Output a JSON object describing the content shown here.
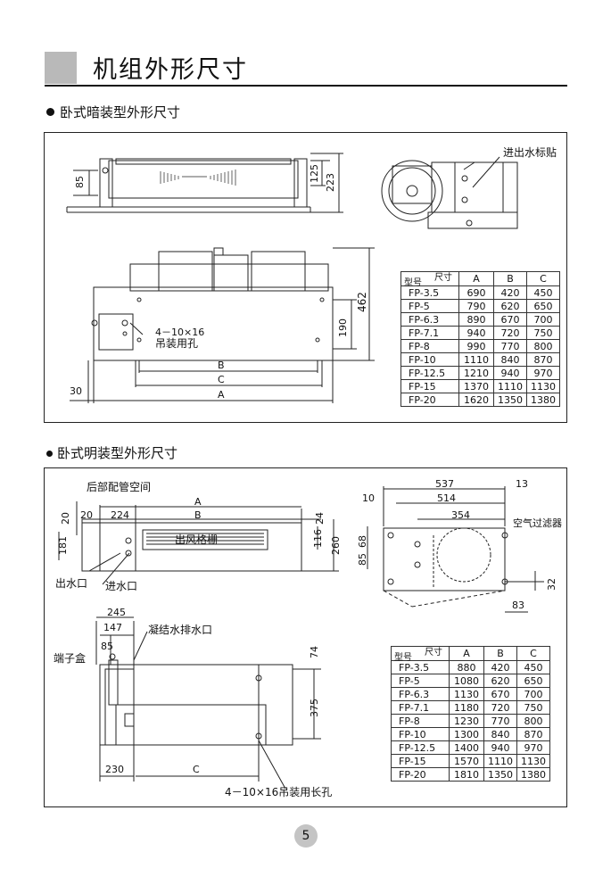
{
  "page_title": "机组外形尺寸",
  "section1": {
    "heading": "卧式暗装型外形尺寸",
    "labels": {
      "dim_85": "85",
      "dim_125": "125",
      "dim_223": "223",
      "water_label": "进出水标贴",
      "dim_462": "462",
      "dim_190": "190",
      "hole_spec": "4－10×16",
      "hole_desc": "吊装用孔",
      "dim_B": "B",
      "dim_C": "C",
      "dim_A": "A",
      "dim_30": "30"
    },
    "table": {
      "header_model": "型号",
      "header_size": "尺寸",
      "cols": [
        "A",
        "B",
        "C"
      ],
      "rows": [
        [
          "FP-3.5",
          "690",
          "420",
          "450"
        ],
        [
          "FP-5",
          "790",
          "620",
          "650"
        ],
        [
          "FP-6.3",
          "890",
          "670",
          "700"
        ],
        [
          "FP-7.1",
          "940",
          "720",
          "750"
        ],
        [
          "FP-8",
          "990",
          "770",
          "800"
        ],
        [
          "FP-10",
          "1110",
          "840",
          "870"
        ],
        [
          "FP-12.5",
          "1210",
          "940",
          "970"
        ],
        [
          "FP-15",
          "1370",
          "1110",
          "1130"
        ],
        [
          "FP-20",
          "1620",
          "1350",
          "1380"
        ]
      ]
    }
  },
  "section2": {
    "heading": "卧式明装型外形尺寸",
    "labels": {
      "rear_pipe": "后部配管空间",
      "dim_20a": "20",
      "dim_20b": "20",
      "dim_224": "224",
      "dim_A": "A",
      "dim_B": "B",
      "dim_24": "24",
      "dim_181": "181",
      "dim_116": "116",
      "dim_260": "260",
      "grille": "出风格栅",
      "water_out": "出水口",
      "water_in": "进水口",
      "dim_537": "537",
      "dim_13": "13",
      "dim_10": "10",
      "dim_514": "514",
      "dim_354": "354",
      "air_filter": "空气过滤器",
      "dim_85": "85",
      "dim_68": "68",
      "dim_32": "32",
      "dim_83": "83",
      "dim_245": "245",
      "dim_147": "147",
      "dim_85b": "85",
      "drain": "凝结水排水口",
      "terminal": "端子盒",
      "dim_74": "74",
      "dim_375": "375",
      "dim_230": "230",
      "dim_C": "C",
      "slot_desc": "4－10×16吊装用长孔"
    },
    "table": {
      "header_model": "型号",
      "header_size": "尺寸",
      "cols": [
        "A",
        "B",
        "C"
      ],
      "rows": [
        [
          "FP-3.5",
          "880",
          "420",
          "450"
        ],
        [
          "FP-5",
          "1080",
          "620",
          "650"
        ],
        [
          "FP-6.3",
          "1130",
          "670",
          "700"
        ],
        [
          "FP-7.1",
          "1180",
          "720",
          "750"
        ],
        [
          "FP-8",
          "1230",
          "770",
          "800"
        ],
        [
          "FP-10",
          "1300",
          "840",
          "870"
        ],
        [
          "FP-12.5",
          "1400",
          "940",
          "970"
        ],
        [
          "FP-15",
          "1570",
          "1110",
          "1130"
        ],
        [
          "FP-20",
          "1810",
          "1350",
          "1380"
        ]
      ]
    }
  },
  "page_number": "5"
}
